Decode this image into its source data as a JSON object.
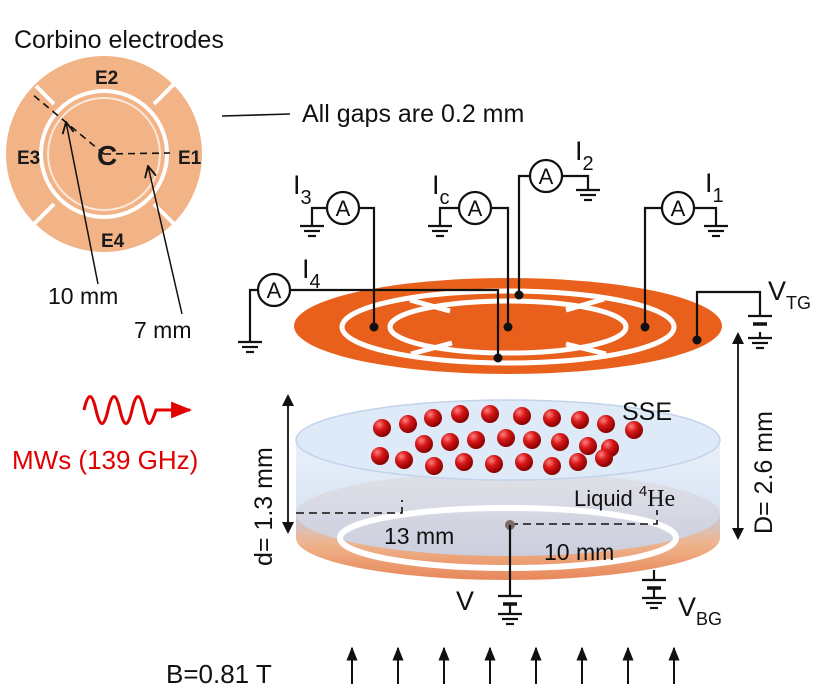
{
  "corbino": {
    "title": "Corbino electrodes",
    "center": "C",
    "e1": "E1",
    "e2": "E2",
    "e3": "E3",
    "e4": "E4",
    "gaps_note": "All gaps are 0.2 mm",
    "outer_radius": "10 mm",
    "inner_radius": "7 mm"
  },
  "ammeters": {
    "symbol": "A",
    "i3": "I",
    "i3_sub": "3",
    "ic": "I",
    "ic_sub": "c",
    "i2": "I",
    "i2_sub": "2",
    "i1": "I",
    "i1_sub": "1",
    "i4": "I",
    "i4_sub": "4"
  },
  "voltages": {
    "vtg": "V",
    "vtg_sub": "TG",
    "vbg": "V",
    "vbg_sub": "BG",
    "v": "V"
  },
  "dimensions": {
    "D": "D= 2.6 mm",
    "d": "d= 1.3 mm",
    "bottom_outer": "13 mm",
    "bottom_inner": "10 mm"
  },
  "labels": {
    "sse": "SSE",
    "liquid_prefix": "Liquid ",
    "liquid_sup": "4",
    "liquid_suffix": "He",
    "mw": "MWs (139 GHz)",
    "field": "B=0.81 T"
  },
  "colors": {
    "electrode_orange": "#e8601c",
    "corbino_peach": "#f2b387",
    "electron_red": "#c81010",
    "mw_red": "#e00000",
    "helium_blue": "#cfe0f3"
  }
}
